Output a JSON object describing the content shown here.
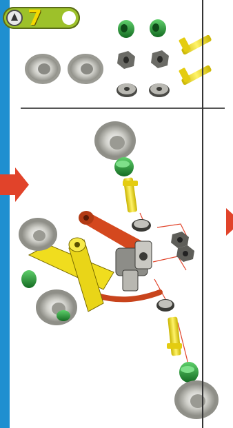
{
  "step": {
    "number": "7"
  },
  "colors": {
    "edge": "#1f8fd0",
    "badge": "#9dc12a",
    "accent_arrow": "#e1432a",
    "yellow": "#f0dd1e",
    "green": "#2aa33c",
    "red": "#d4481e",
    "tire": "#d9d8d2"
  },
  "parts_tray": {
    "items": [
      {
        "name": "tire",
        "qty": 2
      },
      {
        "name": "green-hub",
        "qty": 2
      },
      {
        "name": "hex-nut",
        "qty": 2
      },
      {
        "name": "washer",
        "qty": 2
      },
      {
        "name": "yellow-axle-bolt",
        "qty": 2
      }
    ]
  },
  "icons": {
    "step-icon": "gear-arrow",
    "prev-arrow": "arrow-right",
    "next-arrow": "arrow-right"
  }
}
